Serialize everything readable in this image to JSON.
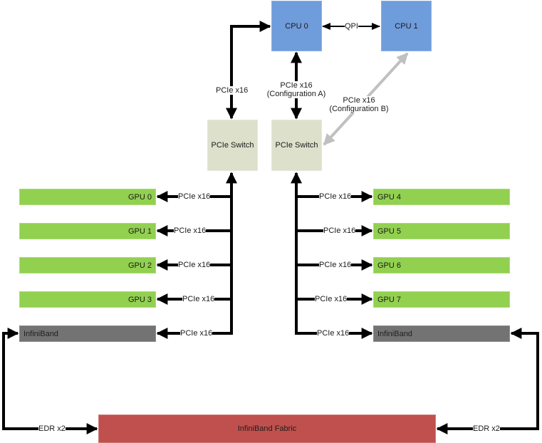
{
  "diagram": {
    "type": "hardware-topology",
    "colors": {
      "cpu": "#6f9cdb",
      "pcie_switch": "#dde0cb",
      "gpu": "#92d050",
      "infiniband": "#737373",
      "fabric": "#c0504d",
      "link": "#000000",
      "alt_link": "#c0c0c0"
    },
    "cpus": [
      {
        "label": "CPU 0"
      },
      {
        "label": "CPU 1"
      }
    ],
    "cpu_link": {
      "label": "QPI"
    },
    "switches": [
      {
        "label": "PCIe Switch"
      },
      {
        "label": "PCIe Switch"
      }
    ],
    "uplinks": {
      "left": {
        "label": "PCIe x16"
      },
      "config_a": {
        "line1": "PCIe x16",
        "line2": "(Configuration A)"
      },
      "config_b": {
        "line1": "PCIe x16",
        "line2": "(Configuration B)"
      }
    },
    "left_devices": [
      {
        "label": "GPU 0",
        "link": "PCIe x16"
      },
      {
        "label": "GPU 1",
        "link": "PCIe x16"
      },
      {
        "label": "GPU 2",
        "link": "PCIe x16"
      },
      {
        "label": "GPU 3",
        "link": "PCIe x16"
      },
      {
        "label": "InfiniBand",
        "link": "PCIe x16"
      }
    ],
    "right_devices": [
      {
        "label": "GPU 4",
        "link": "PCIe x16"
      },
      {
        "label": "GPU 5",
        "link": "PCIe x16"
      },
      {
        "label": "GPU 6",
        "link": "PCIe x16"
      },
      {
        "label": "GPU 7",
        "link": "PCIe x16"
      },
      {
        "label": "InfiniBand",
        "link": "PCIe x16"
      }
    ],
    "fabric": {
      "label": "InfiniBand Fabric"
    },
    "fabric_links": {
      "left": {
        "label": "EDR x2"
      },
      "right": {
        "label": "EDR x2"
      }
    }
  }
}
